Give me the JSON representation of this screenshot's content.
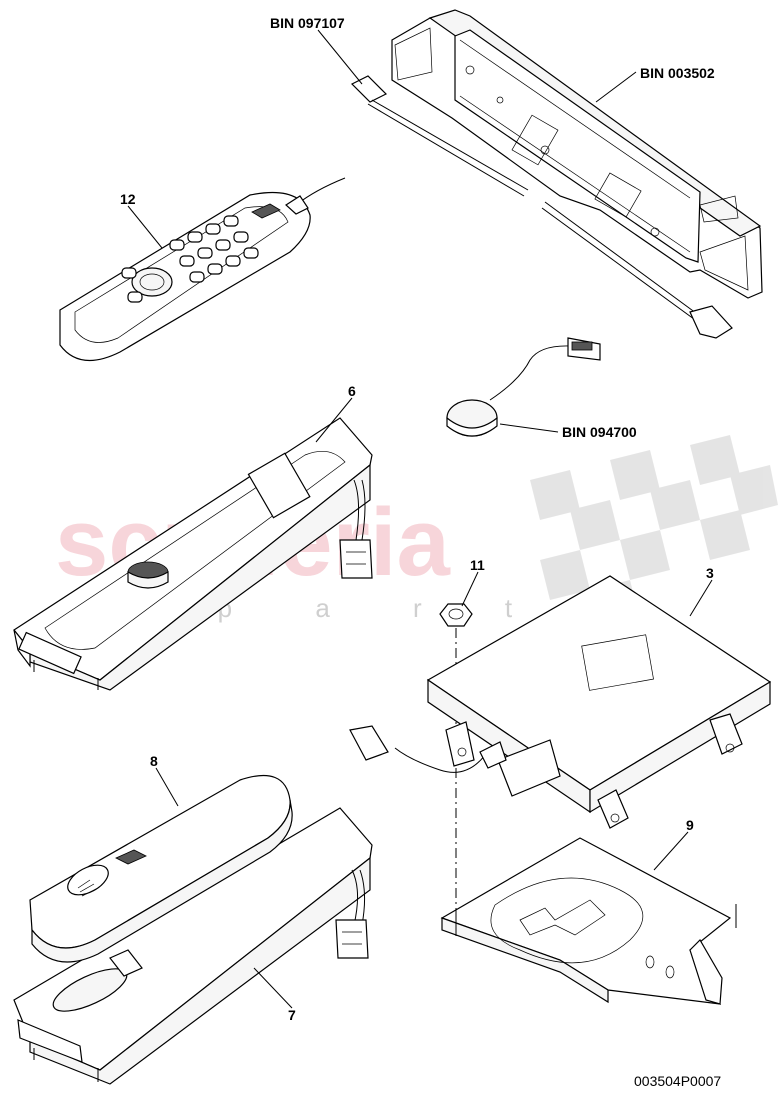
{
  "watermark": {
    "brand": "scuderia",
    "sub": "a  p  a  r  t  s"
  },
  "callouts": {
    "bin_097107": "BIN 097107",
    "bin_003502": "BIN 003502",
    "bin_094700": "BIN 094700",
    "n12": "12",
    "n6": "6",
    "n11": "11",
    "n3": "3",
    "n8": "8",
    "n9": "9",
    "n7": "7"
  },
  "reference": "003504P0007"
}
